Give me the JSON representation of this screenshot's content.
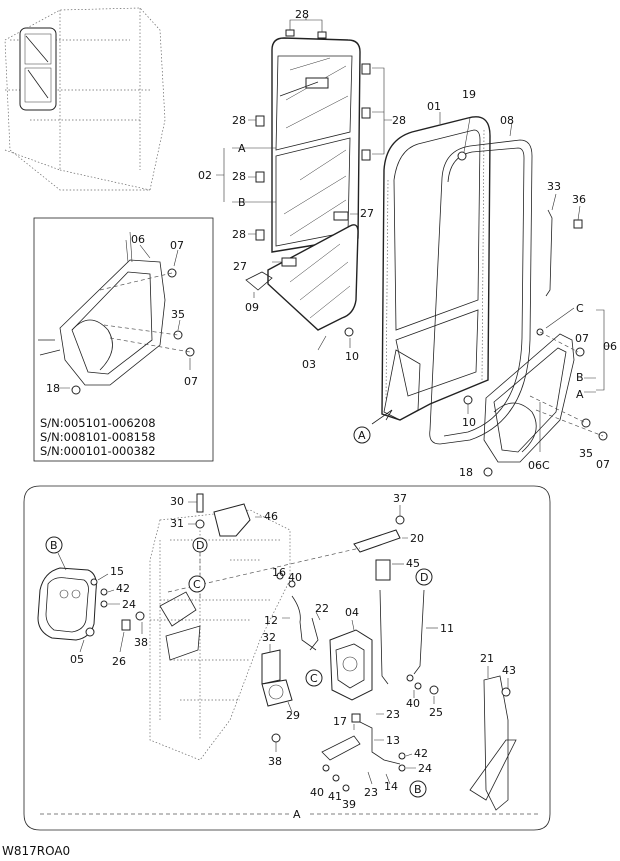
{
  "drawing_code": "W817ROA0",
  "serial_note": [
    "S/N:005101-006208",
    "S/N:008101-008158",
    "S/N:000101-000382"
  ],
  "upper_labels": {
    "l28a": "28",
    "l28b": "28",
    "l28c": "28",
    "l28d": "28",
    "l28e": "28",
    "l02": "02",
    "lA1": "A",
    "lB1": "B",
    "l01": "01",
    "l19": "19",
    "l08": "08",
    "l33": "33",
    "l36": "36",
    "l27a": "27",
    "l27b": "27",
    "l09": "09",
    "l03": "03",
    "l10a": "10",
    "l10b": "10",
    "lC": "C",
    "l07a": "07",
    "l06": "06",
    "lB2": "B",
    "lA2": "A",
    "l35": "35",
    "l07b": "07",
    "l06C": "06C",
    "l18": "18",
    "lAcircle": "A"
  },
  "inset_labels": {
    "l06": "06",
    "l07a": "07",
    "l35": "35",
    "l07b": "07",
    "l18": "18"
  },
  "lower_labels": {
    "l30": "30",
    "l31": "31",
    "lDcircle1": "D",
    "l46": "46",
    "l37": "37",
    "l20": "20",
    "lBcircle1": "B",
    "l15": "15",
    "l42a": "42",
    "l24a": "24",
    "lCcircle1": "C",
    "l16": "16",
    "l40a": "40",
    "l12": "12",
    "l22": "22",
    "l45": "45",
    "lDcircle2": "D",
    "l38a": "38",
    "l26": "26",
    "l05": "05",
    "l32": "32",
    "l04": "04",
    "l11": "11",
    "lCcircle2": "C",
    "l29": "29",
    "l40b": "40",
    "l25": "25",
    "l21": "21",
    "l43": "43",
    "l17": "17",
    "l23a": "23",
    "l13": "13",
    "l42b": "42",
    "l38b": "38",
    "l24b": "24",
    "l14": "14",
    "l23b": "23",
    "l40c": "40",
    "l41": "41",
    "l39": "39",
    "lBcircle2": "B",
    "lAbottom": "A"
  }
}
